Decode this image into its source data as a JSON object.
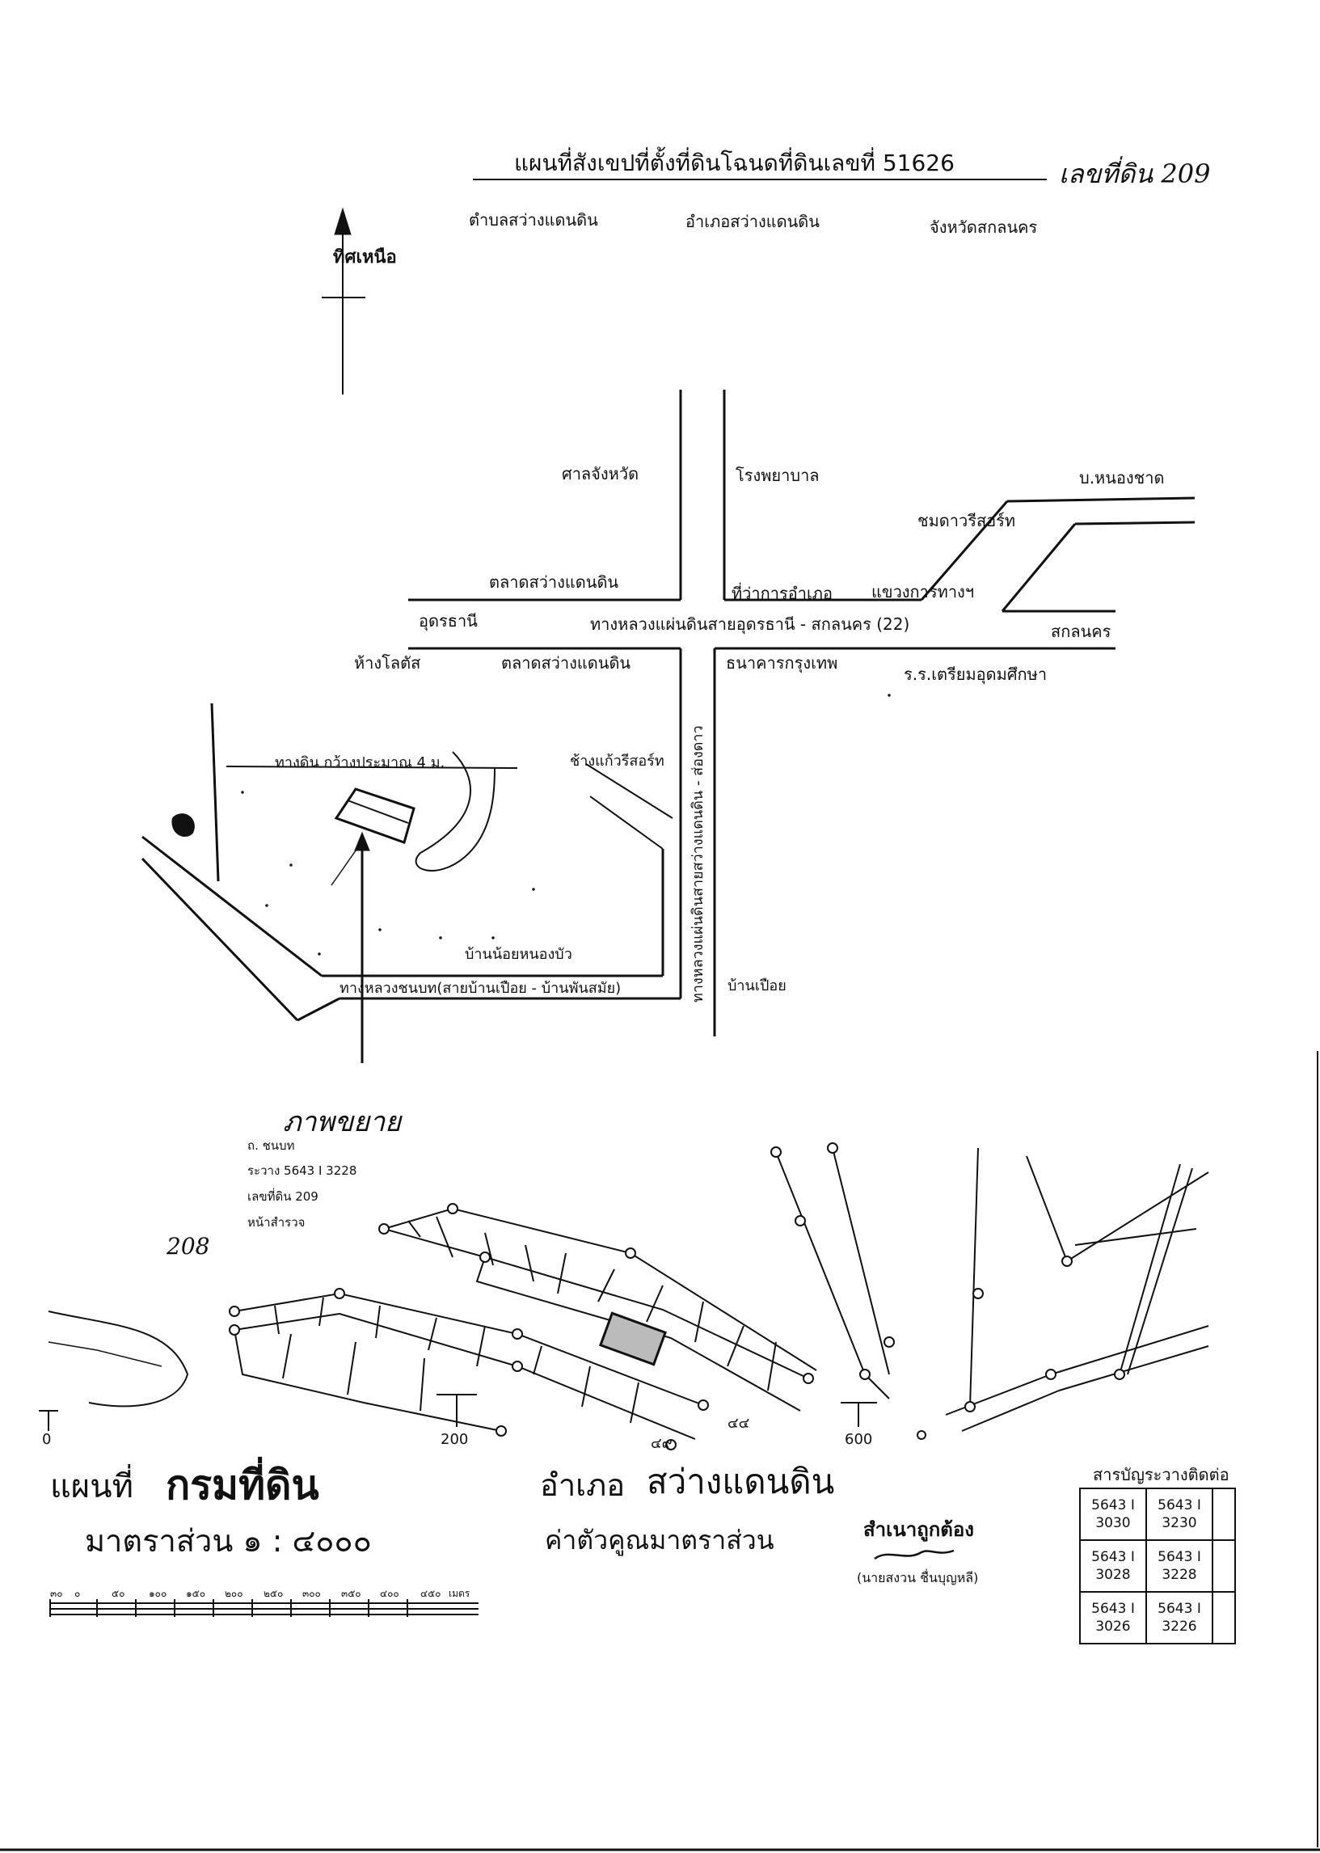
{
  "header": {
    "title": "แผนที่สังเขปที่ตั้งที่ดินโฉนดที่ดินเลขที่ 51626",
    "parcel_handwritten": "เลขที่ดิน 209",
    "tambon": "ตำบลสว่างแดนดิน",
    "amphoe": "อำเภอสว่างแดนดิน",
    "province": "จังหวัดสกลนคร"
  },
  "north_arrow": {
    "label": "ทิศเหนือ",
    "icon": "north-arrow-icon"
  },
  "locator_map": {
    "labels": {
      "court": "ศาลจังหวัด",
      "hospital": "โรงพยาบาล",
      "nong_chat": "บ.หนองชาด",
      "resort": "ชมดาวรีสอร์ท",
      "market_north": "ตลาดสว่างแดนดิน",
      "district_office": "ที่ว่าการอำเภอ",
      "highway_office": "แขวงการทางฯ",
      "udon": "อุดรธานี",
      "highway22": "ทางหลวงแผ่นดินสายอุดรธานี - สกลนคร (22)",
      "sakon": "สกลนคร",
      "lotus": "ห้างโลตัส",
      "market_south": "ตลาดสว่างแดนดิน",
      "bank": "ธนาคารกรุงเทพ",
      "school": "ร.ร.เตรียมอุดมศึกษา",
      "resort2": "ช้างแก้วรีสอร์ท",
      "songdao_road": "ทางหลวงแผ่นดินสายสว่างแดนดิน - ส่องดาว",
      "dirt_road": "ทางดิน กว้างประมาณ 4 ม.",
      "ban_noi": "บ้านน้อยหนองบัว",
      "rural_road": "ทางหลวงชนบท(สายบ้านเปือย - บ้านพันสมัย)",
      "ban_pueai": "บ้านเปือย"
    }
  },
  "survey_sheet": {
    "handwritten_note": "ภาพขยาย",
    "small_notes": [
      "ถ. ชนบท",
      "ระวาง 5643 I 3228",
      "เลขที่ดิน 209",
      "หน้าสำรวจ"
    ],
    "handwritten_208": "208",
    "scale_ticks": [
      "0",
      "200",
      "600"
    ],
    "parcel_label_1": "๔๔",
    "parcel_label_2": "๔๙"
  },
  "footer": {
    "agency_prefix": "แผนที่",
    "agency": "กรมที่ดิน",
    "amphoe_prefix": "อำเภอ",
    "amphoe": "สว่างแดนดิน",
    "scale": "มาตราส่วน ๑ : ๔๐๐๐",
    "scale_factor": "ค่าตัวคูณมาตราส่วน",
    "certified": "สำเนาถูกต้อง",
    "signer": "(นายสงวน ชื่นบุญหลี)",
    "scale_bar_labels": [
      "๓๐",
      "๐",
      "๕๐",
      "๑๐๐",
      "๑๕๐",
      "๒๐๐",
      "๒๕๐",
      "๓๐๐",
      "๓๕๐",
      "๔๐๐",
      "๔๕๐",
      "เมตร"
    ],
    "index_title": "สารบัญระวางติดต่อ",
    "index_rows": [
      [
        "5643 I 3030",
        "5643 I 3230"
      ],
      [
        "5643 I 3028",
        "5643 I 3228"
      ],
      [
        "5643 I 3026",
        "5643 I 3226"
      ]
    ]
  }
}
